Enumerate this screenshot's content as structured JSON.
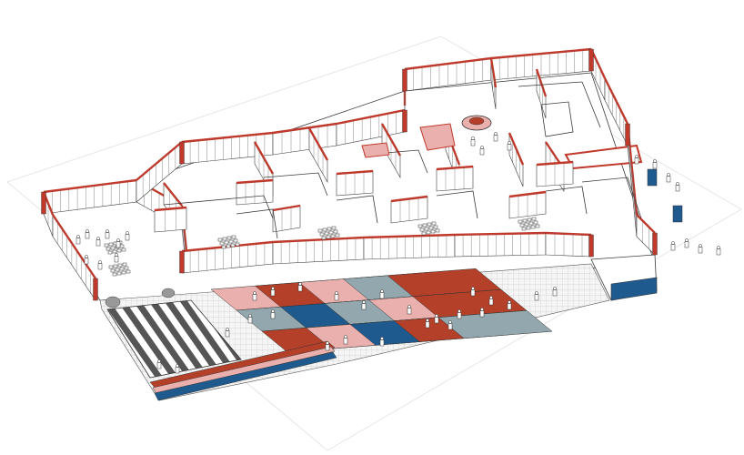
{
  "colors": {
    "background": "#ffffff",
    "wall_top": "#c0392b",
    "wall_face": "#ffffff",
    "outline": "#3a3a3a",
    "terracotta": "#b5402a",
    "pink": "#eab0ad",
    "slate": "#93a8ae",
    "navy": "#1f5a8f",
    "paving": "#f3f3f3",
    "stripe": "#555555"
  },
  "legend": [],
  "zones": {
    "plaza_tiles": [
      [
        "pink",
        "terracotta",
        "pink",
        "slate",
        "terracotta"
      ],
      [
        "slate",
        "navy",
        "slate",
        "pink",
        "terracotta"
      ],
      [
        "terracotta",
        "pink",
        "navy",
        "terracotta",
        "slate"
      ]
    ]
  }
}
